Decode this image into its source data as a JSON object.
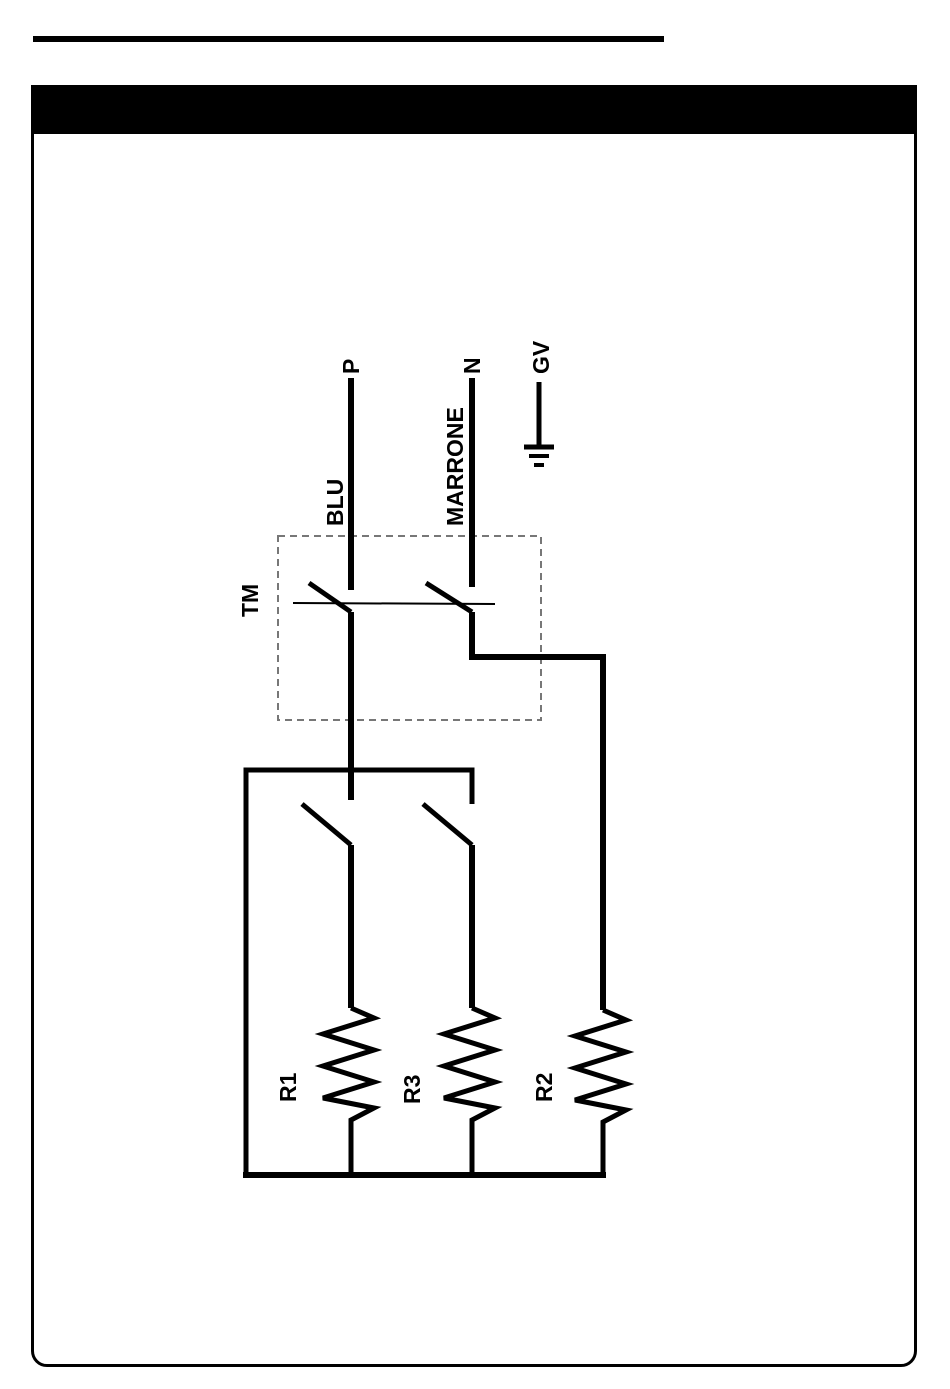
{
  "labels": {
    "p": "P",
    "n": "N",
    "gv": "GV",
    "blu": "BLU",
    "marrone": "MARRONE",
    "tm": "TM",
    "r1": "R1",
    "r3": "R3",
    "r2": "R2"
  },
  "colors": {
    "line": "#000000",
    "dashed_box": "#777777",
    "background": "#ffffff"
  }
}
